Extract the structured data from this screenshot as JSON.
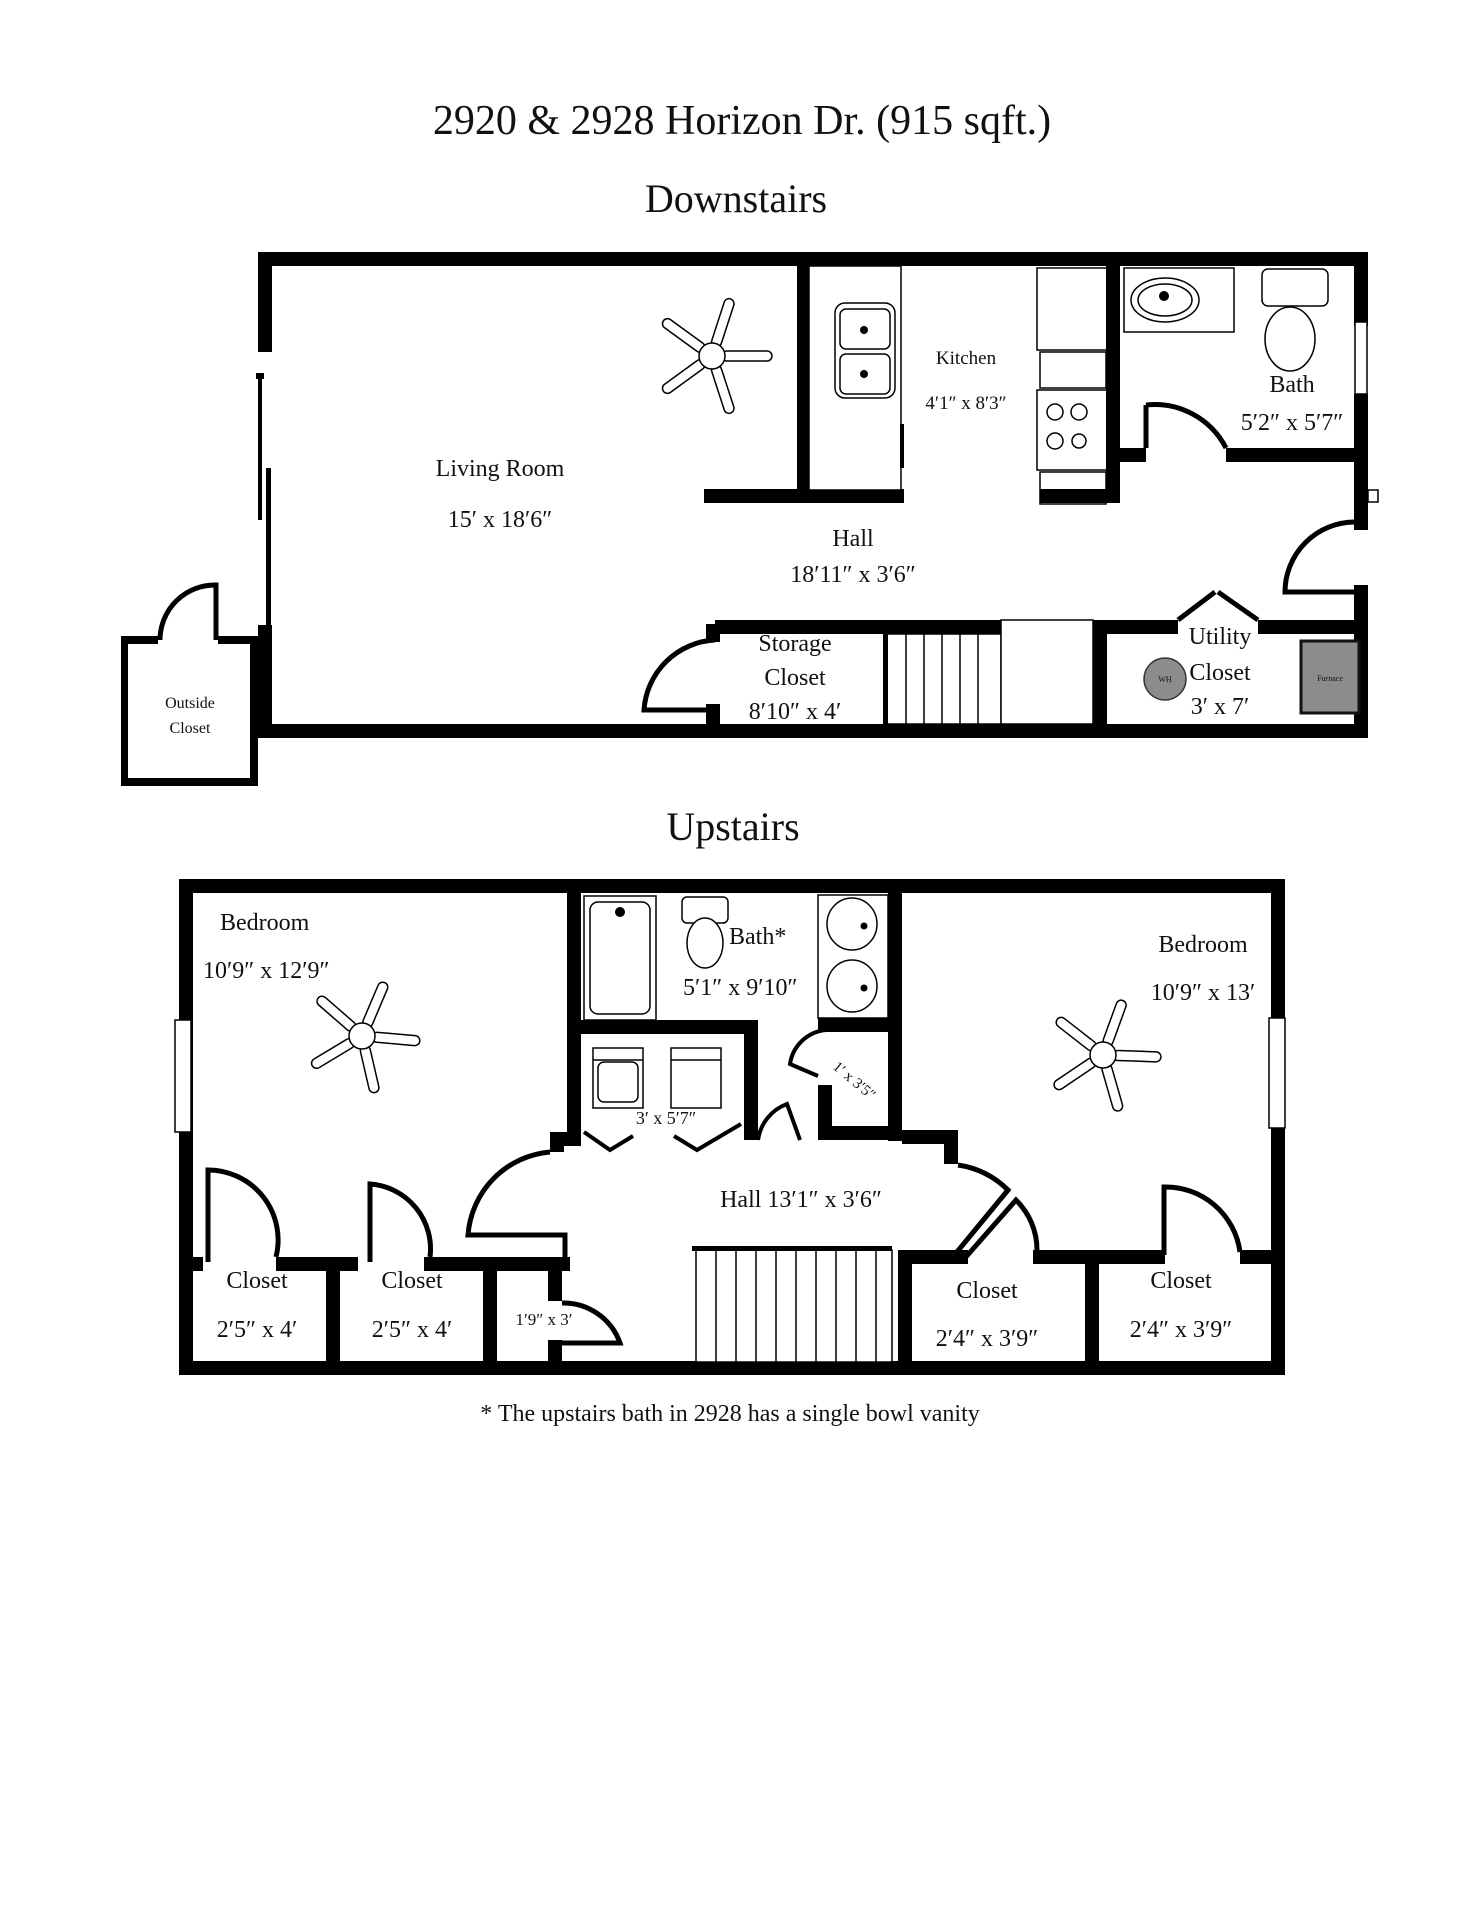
{
  "title": "2920 & 2928 Horizon Dr. (915 sqft.)",
  "downstairs": {
    "heading": "Downstairs",
    "rooms": {
      "living_room": {
        "name": "Living Room",
        "size": "15′ x 18′6″"
      },
      "kitchen": {
        "name": "Kitchen",
        "size": "4′1″ x 8′3″"
      },
      "bath": {
        "name": "Bath",
        "size": "5′2″ x 5′7″"
      },
      "hall": {
        "name": "Hall",
        "size": "18′11″ x 3′6″"
      },
      "storage_closet": {
        "name1": "Storage",
        "name2": "Closet",
        "size": "8′10″ x 4′"
      },
      "utility_closet": {
        "name1": "Utility",
        "name2": "Closet",
        "size": "3′ x 7′"
      },
      "outside_closet": {
        "name1": "Outside",
        "name2": "Closet"
      }
    },
    "fixtures": {
      "water_heater": "WH",
      "furnace": "Furnace"
    }
  },
  "upstairs": {
    "heading": "Upstairs",
    "rooms": {
      "bedroom_left": {
        "name": "Bedroom",
        "size": "10′9″ x 12′9″"
      },
      "bedroom_right": {
        "name": "Bedroom",
        "size": "10′9″ x 13′"
      },
      "bath": {
        "name": "Bath*",
        "size": "5′1″ x 9′10″"
      },
      "laundry": {
        "size": "3′ x 5′7″"
      },
      "linen": {
        "size": "1′ x 3′5″"
      },
      "hall": {
        "label": "Hall 13′1″ x 3′6″"
      },
      "closet_1": {
        "name": "Closet",
        "size": "2′5″  x  4′"
      },
      "closet_2": {
        "name": "Closet",
        "size": "2′5″  x  4′"
      },
      "closet_small": {
        "size": "1′9″ x 3′"
      },
      "closet_3": {
        "name": "Closet",
        "size": "2′4″  x  3′9″"
      },
      "closet_4": {
        "name": "Closet",
        "size": "2′4″  x  3′9″"
      }
    }
  },
  "footnote": "* The upstairs bath in 2928 has a single bowl vanity",
  "colors": {
    "wall": "#000000",
    "appliance_gray": "#8c8c8c",
    "background": "#ffffff"
  }
}
